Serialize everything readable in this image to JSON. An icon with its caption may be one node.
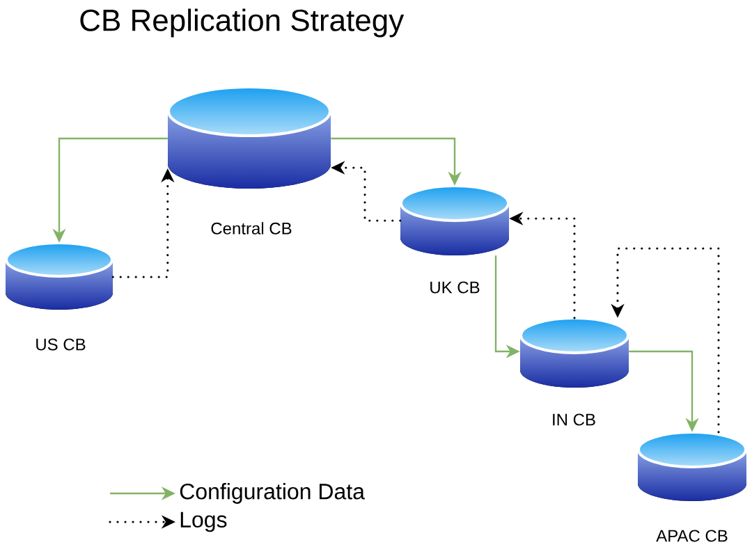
{
  "diagram": {
    "title": "CB Replication Strategy",
    "nodes": [
      {
        "text": [
          "Central CB"
        ]
      },
      {
        "text": [
          "US CB"
        ]
      },
      {
        "text": [
          "UK CB"
        ]
      },
      {
        "text": [
          "IN CB"
        ]
      },
      {
        "text": [
          "APAC CB"
        ]
      }
    ],
    "edges": [
      {
        "from": 0,
        "to": 1,
        "arrow": "to",
        "color": "#82b366"
      },
      {
        "from": 0,
        "to": 2,
        "arrow": "to",
        "color": "#82b366"
      },
      {
        "from": 2,
        "to": 3,
        "arrow": "to",
        "color": "#82b366"
      },
      {
        "from": 3,
        "to": 4,
        "arrow": "to",
        "color": "#82b366"
      },
      {
        "from": 1,
        "to": 0,
        "arrow": "to",
        "style": "dashed",
        "color": "#000000"
      },
      {
        "from": 2,
        "to": 0,
        "arrow": "to",
        "style": "dashed",
        "color": "#000000"
      },
      {
        "from": 3,
        "to": 2,
        "arrow": "to",
        "style": "dashed",
        "color": "#000000"
      },
      {
        "from": 4,
        "to": 3,
        "arrow": "to",
        "style": "dashed",
        "color": "#000000"
      }
    ],
    "legend": [
      {
        "text": "Configuration Data"
      },
      {
        "text": "Logs"
      }
    ]
  }
}
